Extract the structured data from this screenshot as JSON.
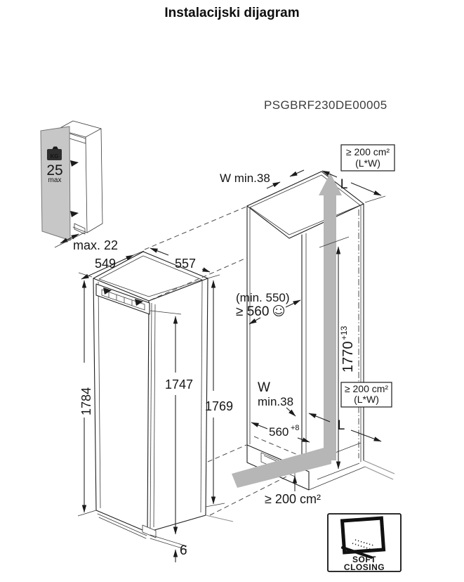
{
  "title": "Instalacijski dijagram",
  "model": "PSGBRF230DE00005",
  "inset": {
    "kg_label": "KG",
    "weight": "25",
    "weight_max": "max",
    "door_thickness": "max. 22"
  },
  "appliance": {
    "depth_left": "549",
    "depth_right": "557",
    "height_total": "1784",
    "height_door": "1747",
    "height_right": "1769",
    "gap_bottom": "6"
  },
  "niche": {
    "wall_top": "W min.38",
    "depth_note": "(min. 550)",
    "depth_min": "≥ 560",
    "height": "1770",
    "height_tol": "+13",
    "vent_top_area": "≥ 200 cm²",
    "vent_top_formula": "(L*W)",
    "vent_mid_area": "≥ 200 cm²",
    "vent_mid_formula": "(L*W)",
    "vent_bottom_area": "≥ 200 cm²",
    "l_top": "L",
    "l_bottom": "L",
    "wall_bottom_1": "W",
    "wall_bottom_2": "min.38",
    "width": "560",
    "width_tol": "+8"
  },
  "soft_closing": {
    "line1": "SOFT",
    "line2": "CLOSING"
  }
}
